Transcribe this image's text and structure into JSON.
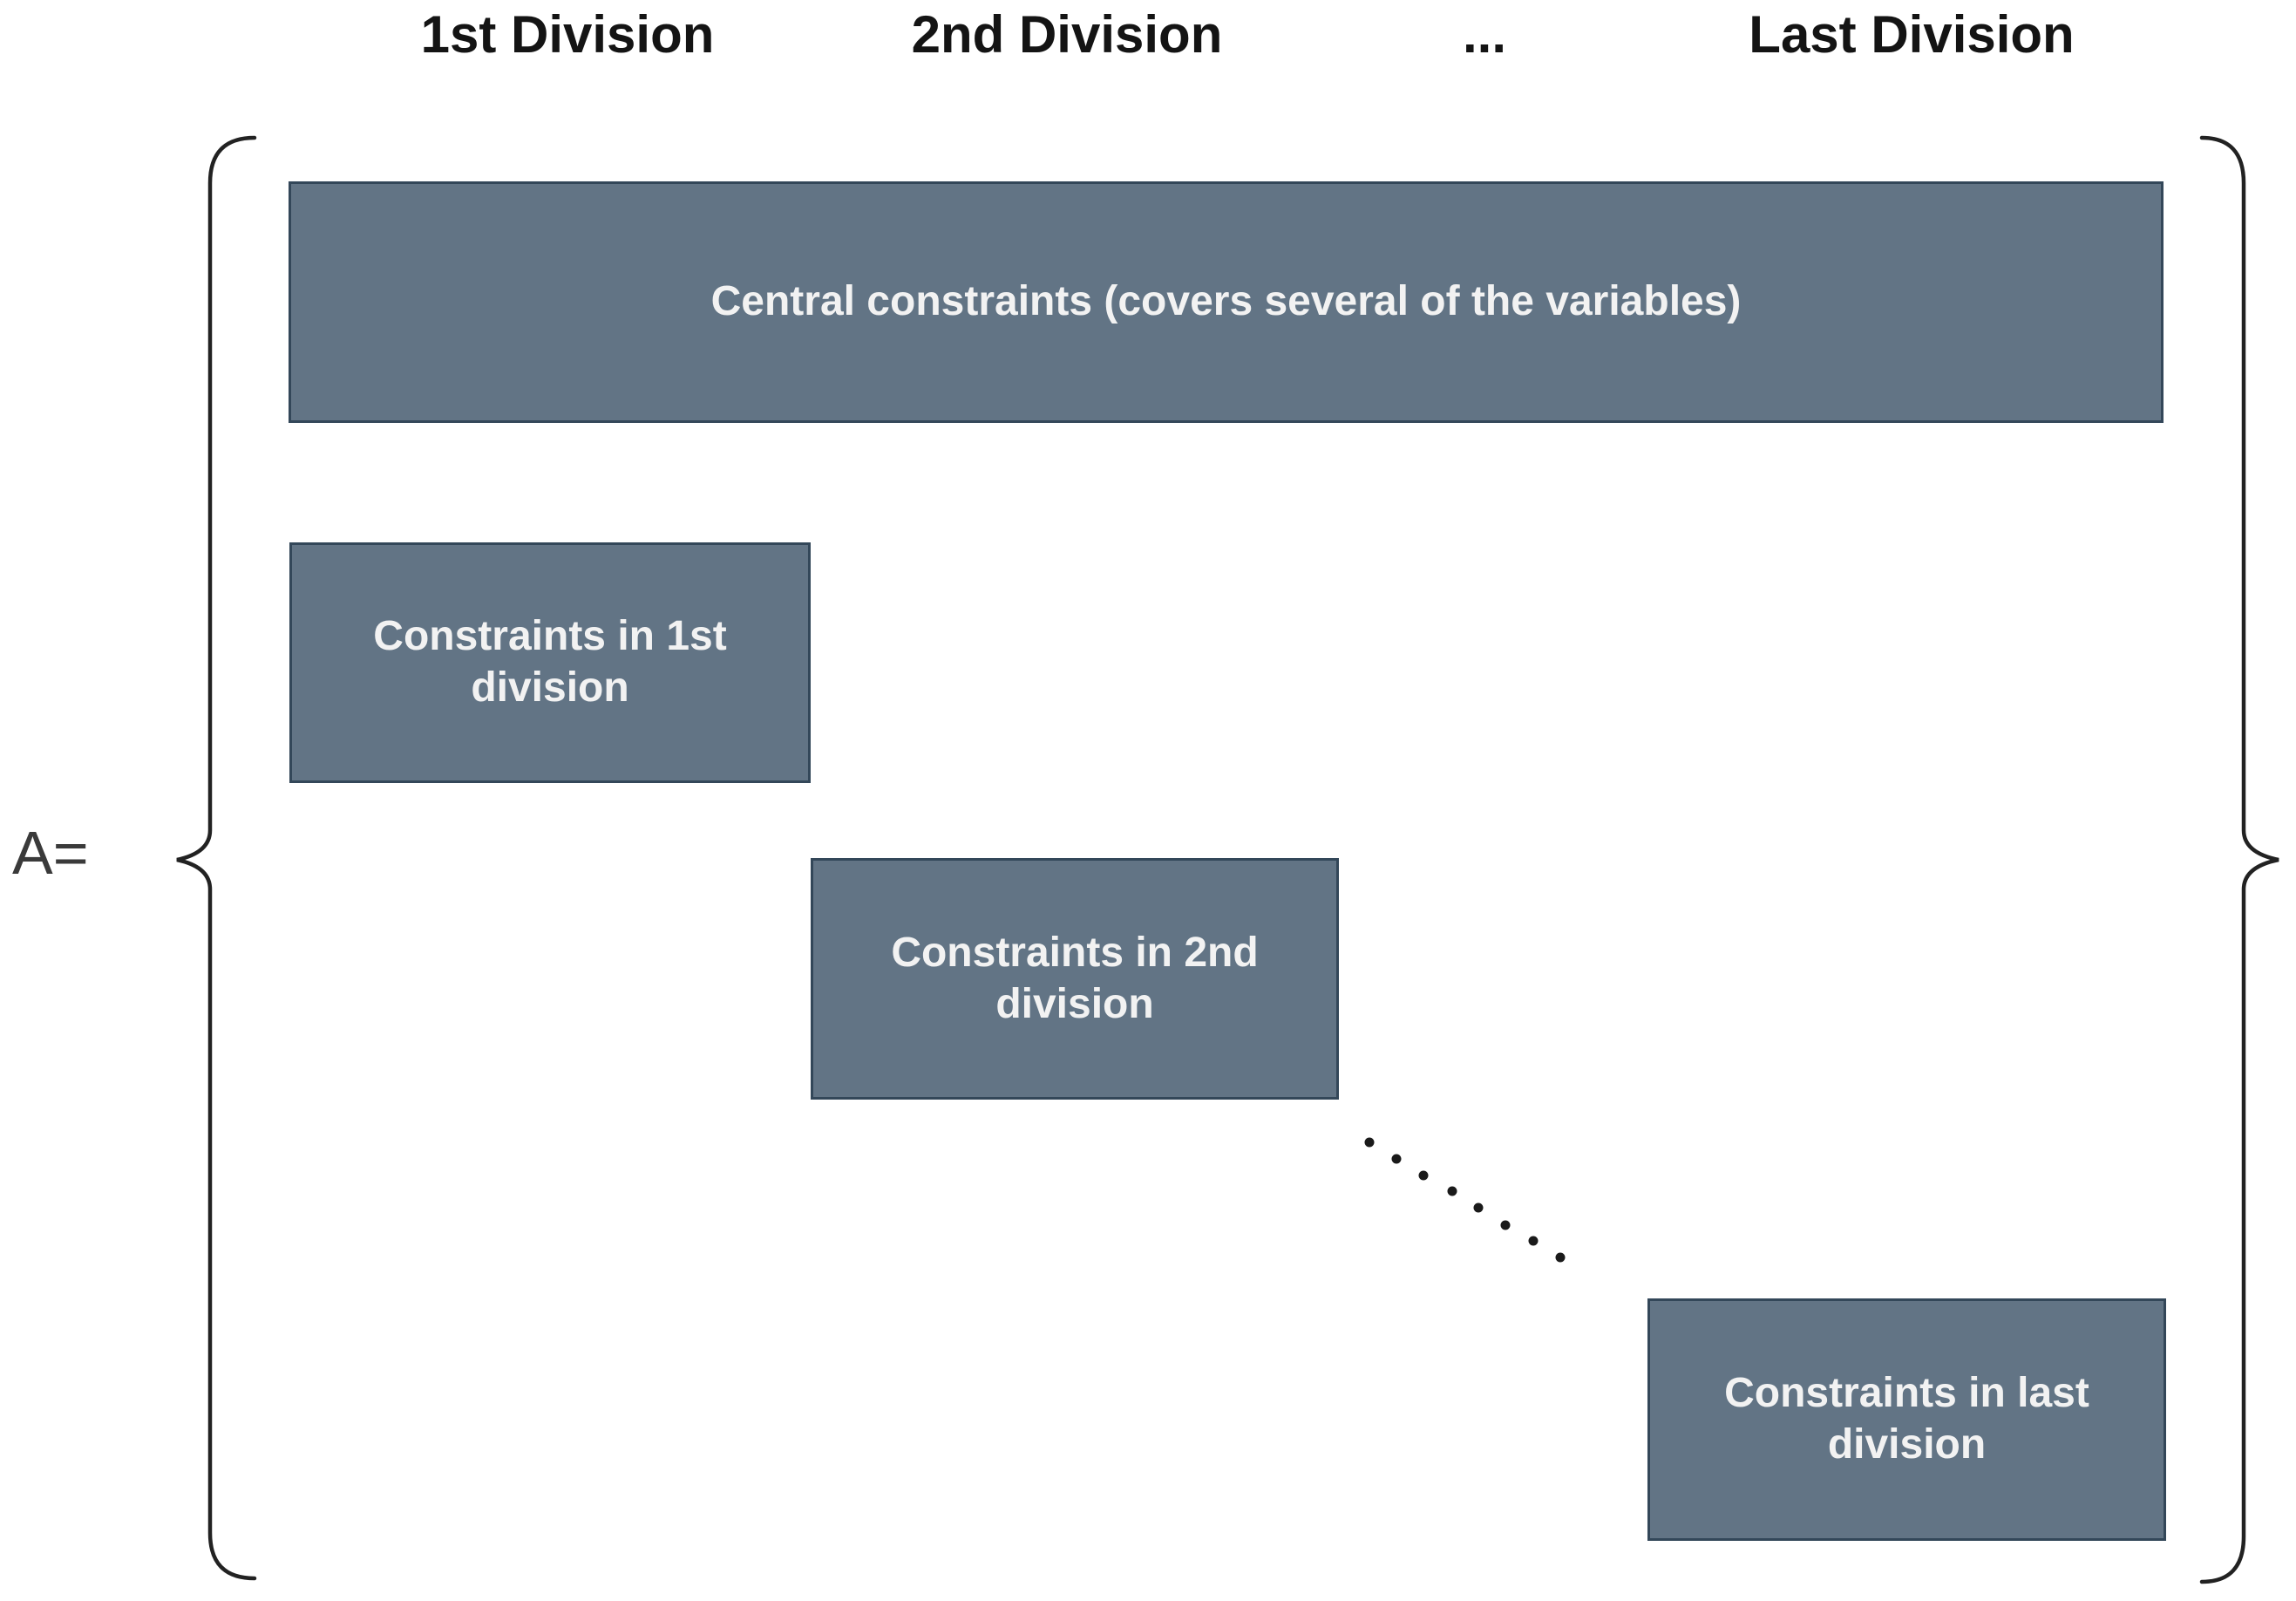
{
  "matrix_label": "A=",
  "column_headers": [
    {
      "label": "1st Division"
    },
    {
      "label": "2nd Division"
    },
    {
      "label": "..."
    },
    {
      "label": "Last Division"
    }
  ],
  "blocks": {
    "central": {
      "label": "Central constraints (covers several of the variables)"
    },
    "first": {
      "label": "Constraints in 1st division"
    },
    "second": {
      "label": "Constraints in 2nd division"
    },
    "last": {
      "label": "Constraints in last division"
    }
  },
  "icons": {
    "diagonal_ellipsis": "down-right continuation dots",
    "left_bracket": "opening curly brace",
    "right_bracket": "closing curly brace"
  },
  "colors": {
    "block_fill": "#627485",
    "block_border": "#334759",
    "block_text": "#f2f2f2",
    "bracket": "#222222",
    "header_text": "#141414",
    "matrix_label_text": "#3a3a3a",
    "background": "#ffffff"
  }
}
